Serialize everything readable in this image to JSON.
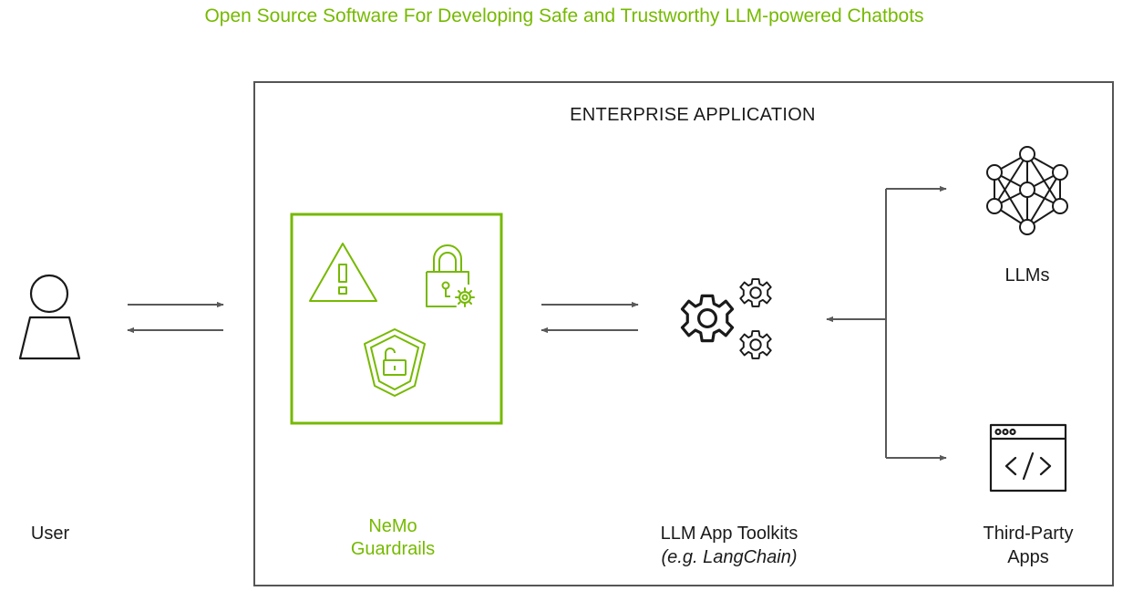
{
  "headline": "Open Source Software For Developing Safe and Trustworthy LLM-powered Chatbots",
  "enterprise_label": "ENTERPRISE APPLICATION",
  "nodes": {
    "user": {
      "label": "User",
      "icon": "user-icon"
    },
    "guardrails": {
      "label_line1": "NeMo",
      "label_line2": "Guardrails",
      "icons": [
        "warning-icon",
        "lock-settings-icon",
        "shield-unlock-icon"
      ]
    },
    "toolkits": {
      "label_line1": "LLM App Toolkits",
      "label_line2": "(e.g. LangChain)",
      "icon": "gears-icon"
    },
    "llms": {
      "label": "LLMs",
      "icon": "neural-network-icon"
    },
    "third_party": {
      "label_line1": "Third-Party",
      "label_line2": "Apps",
      "icon": "code-window-icon"
    }
  },
  "colors": {
    "accent_green": "#76b900",
    "stroke_dark": "#1a1a1a",
    "arrow_gray": "#595959",
    "frame_gray": "#555555"
  }
}
